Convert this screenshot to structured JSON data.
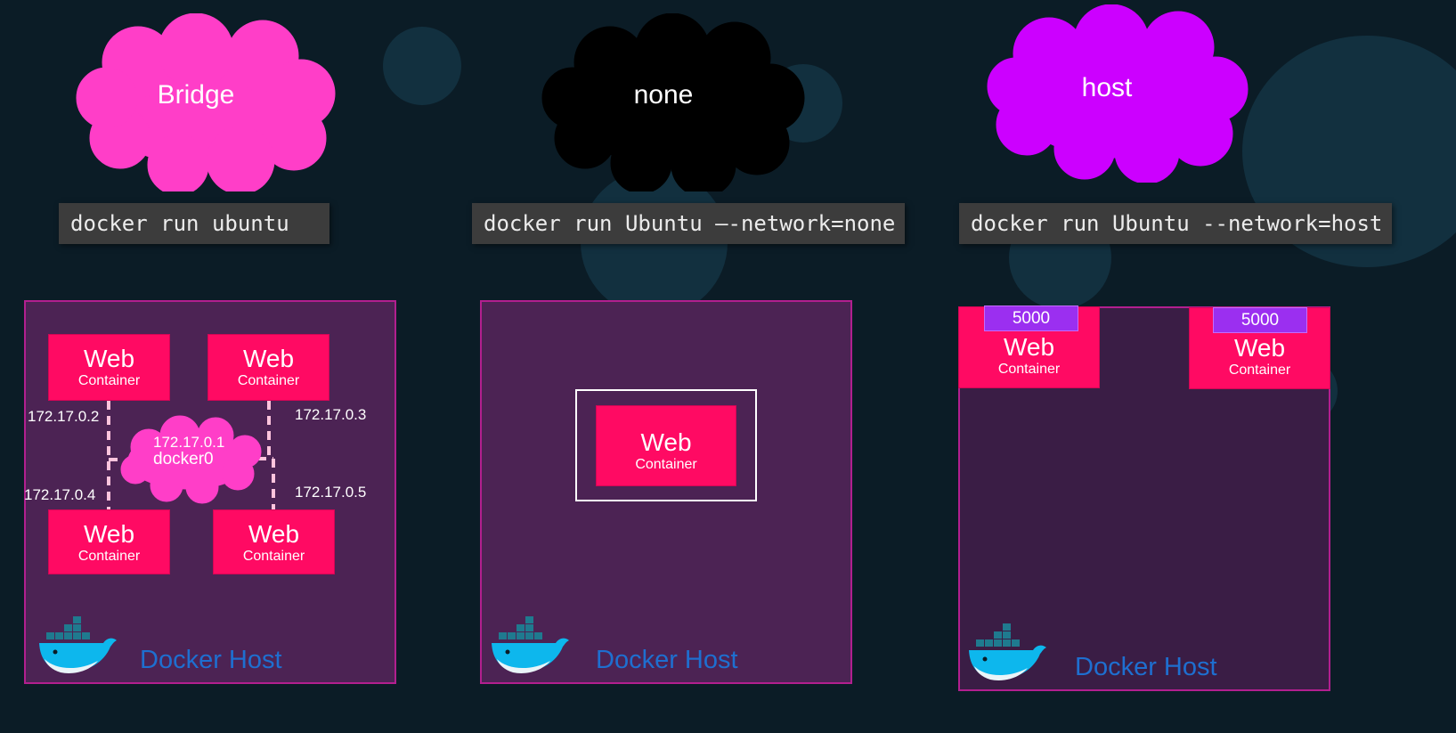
{
  "clouds": {
    "bridge": "Bridge",
    "none": "none",
    "host": "host"
  },
  "commands": {
    "bridge": "docker run ubuntu",
    "none": "docker run Ubuntu –-network=none",
    "host": "docker run Ubuntu --network=host"
  },
  "container": {
    "web": "Web",
    "sub": "Container"
  },
  "bridge_net": {
    "gateway_ip": "172.17.0.1",
    "gateway_name": "docker0",
    "ips": [
      "172.17.0.2",
      "172.17.0.3",
      "172.17.0.4",
      "172.17.0.5"
    ]
  },
  "ports": [
    "5000",
    "5000"
  ],
  "docker_host_label": "Docker Host",
  "colors": {
    "background": "#0b1c26",
    "bridge_cloud": "#ff3ec8",
    "none_cloud": "#000000",
    "host_cloud": "#cc00ff",
    "container": "#ff0a63",
    "port": "#9b2ff0",
    "docker_host_text": "#1e6fd0"
  },
  "icons": [
    "docker-whale-icon"
  ]
}
